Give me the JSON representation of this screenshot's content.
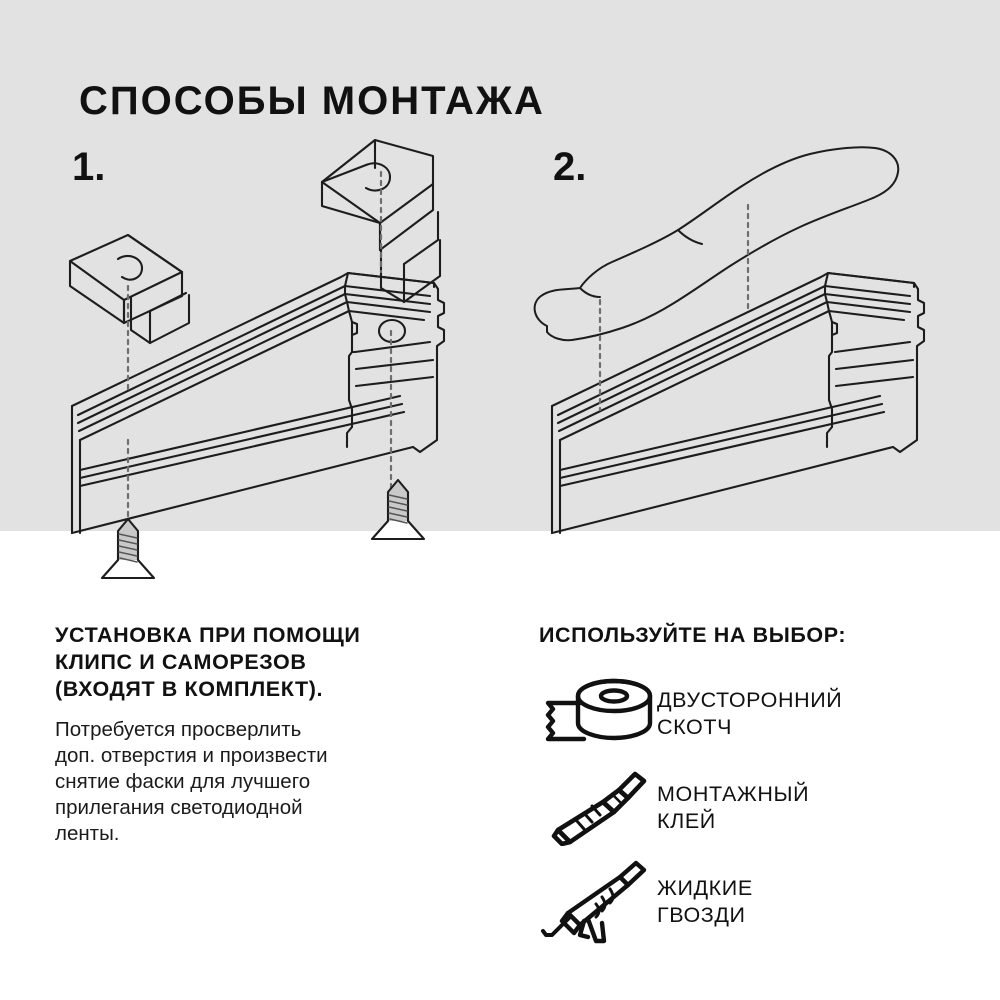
{
  "page": {
    "title": "СПОСОБЫ МОНТАЖА",
    "background_top": "#e2e2e2",
    "background_bottom": "#ffffff",
    "ink": "#111111"
  },
  "steps": [
    {
      "number": "1.",
      "icon": "mounting-clip-and-screw-diagram"
    },
    {
      "number": "2.",
      "icon": "hand-pressing-profile-diagram"
    }
  ],
  "left_column": {
    "heading": "УСТАНОВКА ПРИ ПОМОЩИ\nКЛИПС И САМОРЕЗОВ\n(ВХОДЯТ В КОМПЛЕКТ).",
    "body": "Потребуется просверлить\nдоп. отверстия и произвести\nснятие фаски для лучшего\nприлегания светодиодной\nленты."
  },
  "right_column": {
    "heading": "ИСПОЛЬЗУЙТЕ НА ВЫБОР:",
    "options": [
      {
        "icon": "tape-roll-icon",
        "label": "ДВУСТОРОННИЙ\nСКОТЧ"
      },
      {
        "icon": "glue-tube-icon",
        "label": "МОНТАЖНЫЙ\nКЛЕЙ"
      },
      {
        "icon": "caulk-gun-icon",
        "label": "ЖИДКИЕ\nГВОЗДИ"
      }
    ]
  }
}
